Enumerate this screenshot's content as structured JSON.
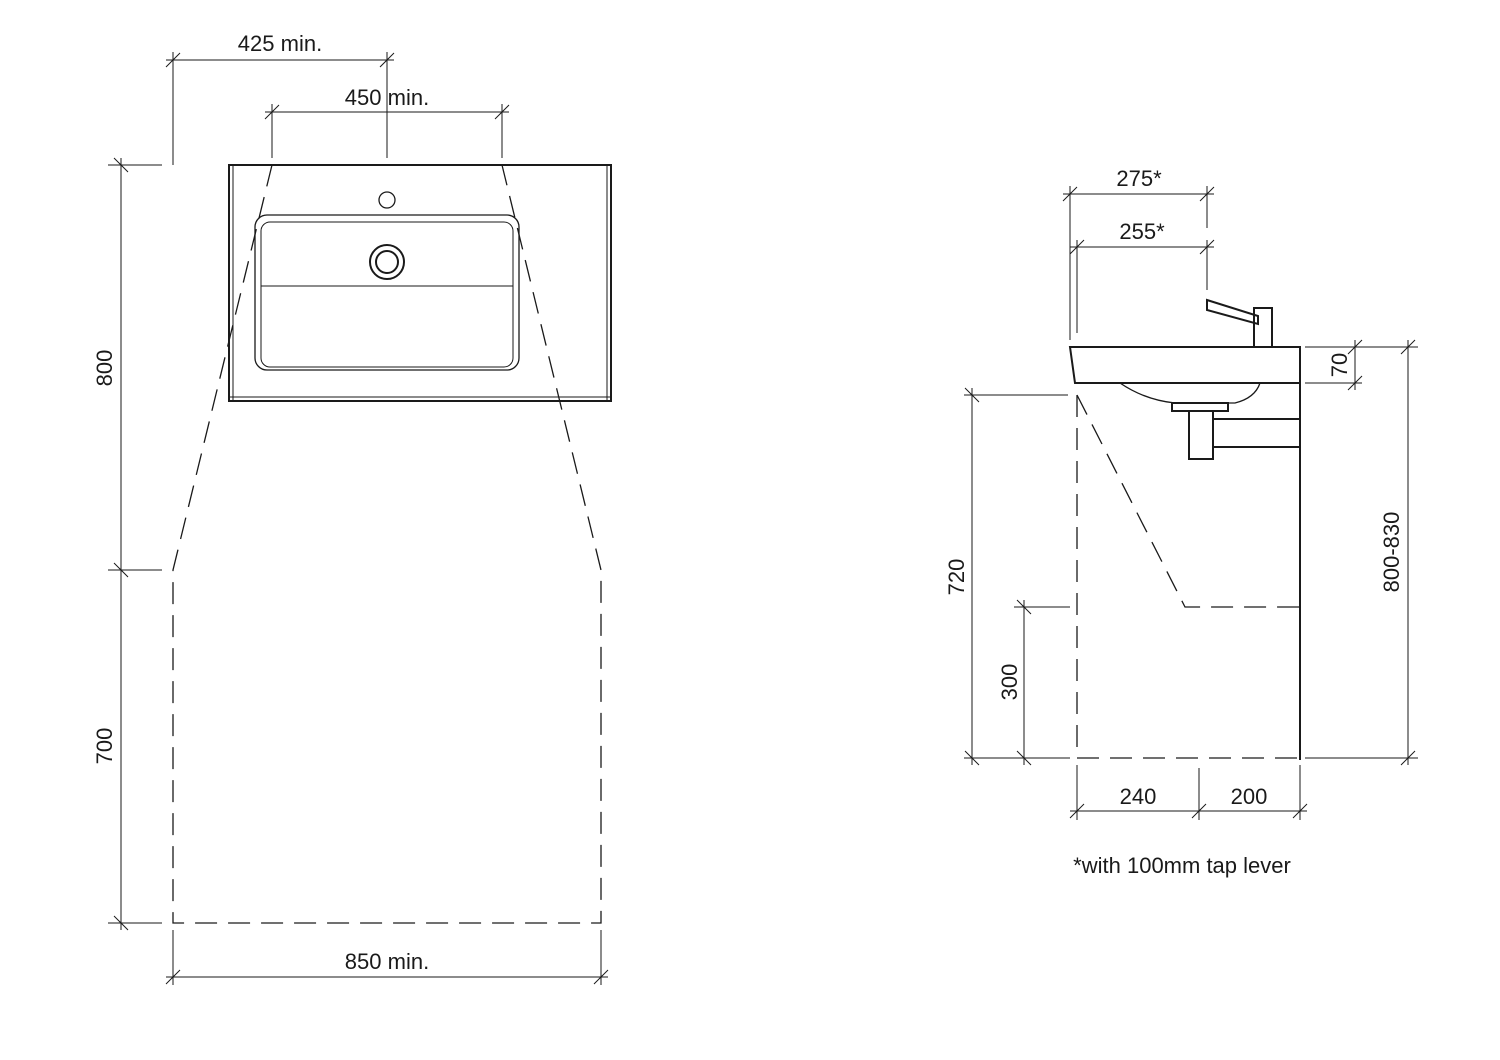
{
  "plan_view": {
    "dim_top_outer": "425 min.",
    "dim_top_inner": "450 min.",
    "dim_left_upper": "800",
    "dim_left_lower": "700",
    "dim_bottom": "850 min."
  },
  "side_view": {
    "dim_top_outer": "275*",
    "dim_top_inner": "255*",
    "dim_rim_thickness": "70",
    "dim_height_range": "800-830",
    "dim_knee_clearance": "720",
    "dim_toe_clearance": "300",
    "dim_depth_front": "240",
    "dim_depth_rear": "200"
  },
  "footnote": "*with 100mm tap lever"
}
